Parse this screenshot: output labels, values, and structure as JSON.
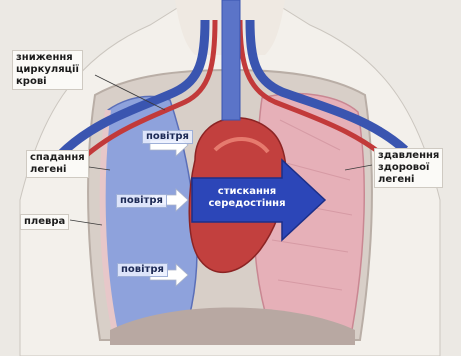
{
  "labels": {
    "circulation": [
      "зниження",
      "циркуляції",
      "крові"
    ],
    "collapse": [
      "спадання",
      "легені"
    ],
    "pleura": "плевра",
    "compression": [
      "здавлення",
      "здорової",
      "легені"
    ],
    "mediastinum": [
      "стискання",
      "середостіння"
    ],
    "air": "повітря"
  },
  "colors": {
    "collapsed_lung": "#7f96d6",
    "healthy_lung": "#e4a9b2",
    "heart": "#c23a3a",
    "vessels_blue": "#3a55b0",
    "arrow": "#2c46b8",
    "body": "#efece7"
  }
}
